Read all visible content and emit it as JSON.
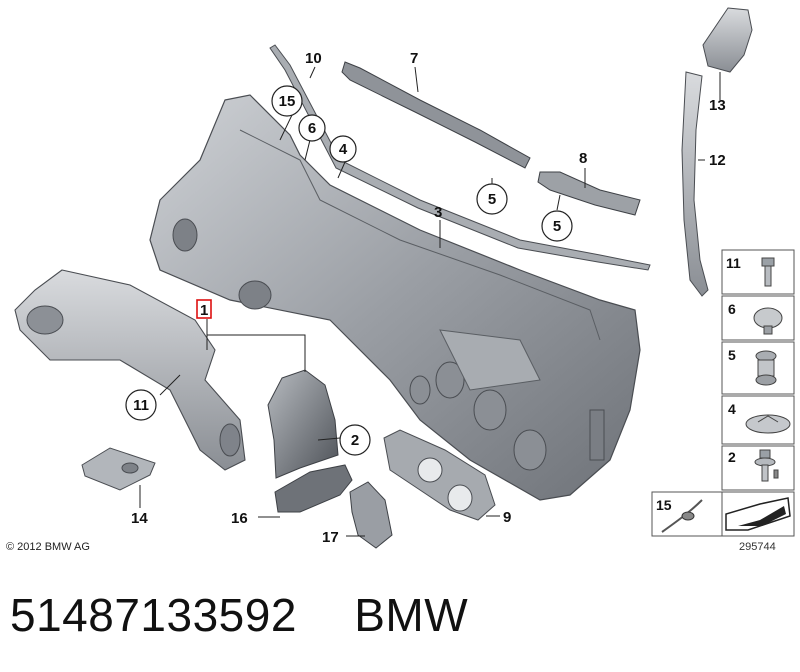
{
  "diagram": {
    "copyright": "© 2012 BMW AG",
    "diagram_id": "295744",
    "callouts": [
      {
        "id": "10",
        "circled": false
      },
      {
        "id": "7",
        "circled": false
      },
      {
        "id": "15",
        "circled": true
      },
      {
        "id": "6",
        "circled": true
      },
      {
        "id": "4",
        "circled": true
      },
      {
        "id": "8",
        "circled": false
      },
      {
        "id": "5",
        "circled": true
      },
      {
        "id": "5",
        "circled": true
      },
      {
        "id": "3",
        "circled": false
      },
      {
        "id": "1",
        "circled": false,
        "boxed": true
      },
      {
        "id": "11",
        "circled": true
      },
      {
        "id": "2",
        "circled": true
      },
      {
        "id": "14",
        "circled": false
      },
      {
        "id": "16",
        "circled": false
      },
      {
        "id": "17",
        "circled": false
      },
      {
        "id": "9",
        "circled": false
      },
      {
        "id": "13",
        "circled": false
      },
      {
        "id": "12",
        "circled": false
      }
    ],
    "fastener_panel": [
      {
        "id": "11",
        "icon": "bolt-icon"
      },
      {
        "id": "6",
        "icon": "round-clip-icon"
      },
      {
        "id": "5",
        "icon": "screw-clip-icon"
      },
      {
        "id": "4",
        "icon": "expanding-rivet-icon"
      },
      {
        "id": "2",
        "icon": "screw-washer-icon"
      },
      {
        "id": "15",
        "icon": "cable-tie-icon"
      },
      {
        "id": "",
        "icon": "insulation-wedge-icon"
      }
    ]
  },
  "footer": {
    "part_number": "51487133592",
    "brand": "BMW"
  }
}
